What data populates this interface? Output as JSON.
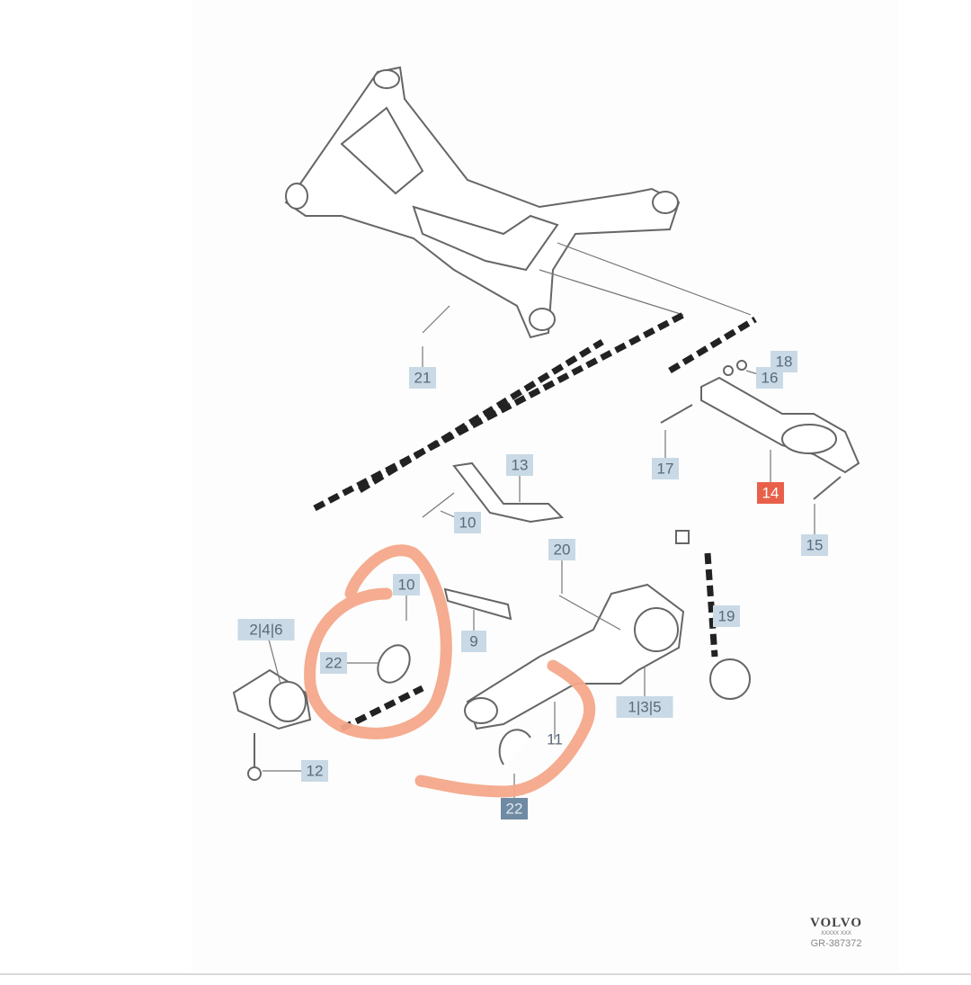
{
  "diagram": {
    "labels": [
      {
        "id": "21",
        "text": "21",
        "style": "normal"
      },
      {
        "id": "18",
        "text": "18",
        "style": "normal"
      },
      {
        "id": "16",
        "text": "16",
        "style": "normal"
      },
      {
        "id": "17",
        "text": "17",
        "style": "normal"
      },
      {
        "id": "14",
        "text": "14",
        "style": "red"
      },
      {
        "id": "15",
        "text": "15",
        "style": "normal"
      },
      {
        "id": "13",
        "text": "13",
        "style": "normal"
      },
      {
        "id": "10a",
        "text": "10",
        "style": "normal"
      },
      {
        "id": "20",
        "text": "20",
        "style": "normal"
      },
      {
        "id": "19",
        "text": "19",
        "style": "normal"
      },
      {
        "id": "10b",
        "text": "10",
        "style": "normal"
      },
      {
        "id": "9",
        "text": "9",
        "style": "normal"
      },
      {
        "id": "246",
        "text": "2|4|6",
        "style": "normal"
      },
      {
        "id": "22a",
        "text": "22",
        "style": "normal"
      },
      {
        "id": "12",
        "text": "12",
        "style": "normal"
      },
      {
        "id": "135",
        "text": "1|3|5",
        "style": "normal"
      },
      {
        "id": "11",
        "text": "11",
        "style": "plain"
      },
      {
        "id": "22b",
        "text": "22",
        "style": "dark"
      }
    ],
    "annotation_color": "#f4a88a",
    "highlight_color": "#e8604a"
  },
  "footer": {
    "brand": "VOLVO",
    "brand_sub": "XXXXX XXX",
    "code": "GR-387372"
  }
}
